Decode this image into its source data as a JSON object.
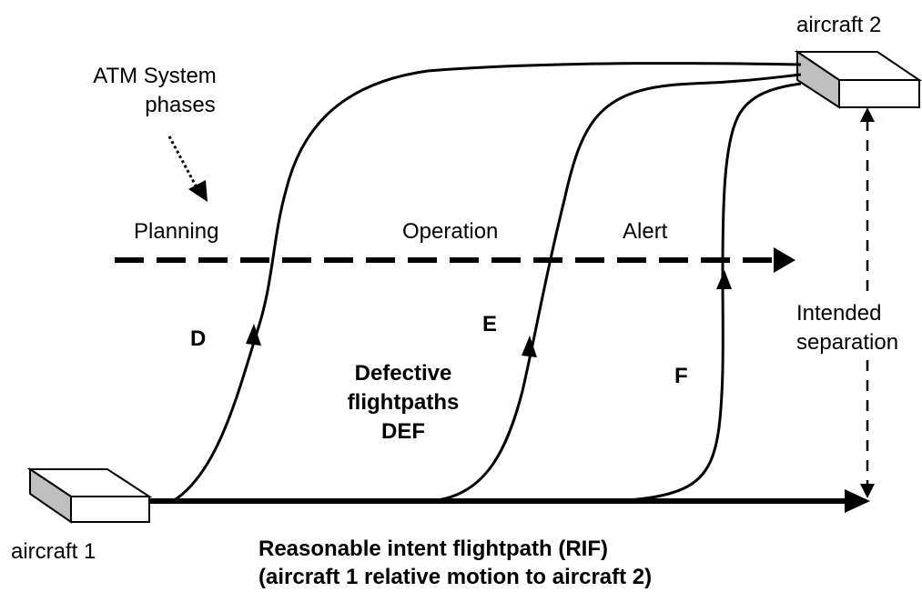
{
  "labels": {
    "aircraft1": "aircraft 1",
    "aircraft2": "aircraft 2",
    "atm_line1": "ATM System",
    "atm_line2": "phases",
    "phase_planning": "Planning",
    "phase_operation": "Operation",
    "phase_alert": "Alert",
    "path_d": "D",
    "path_e": "E",
    "path_f": "F",
    "defective_line1": "Defective",
    "defective_line2": "flightpaths",
    "defective_line3": "DEF",
    "separation_line1": "Intended",
    "separation_line2": "separation",
    "rif_line1": "Reasonable intent flightpath (RIF)",
    "rif_line2": "(aircraft 1 relative motion to aircraft 2)"
  },
  "colors": {
    "stroke": "#000000",
    "box_side": "#bfbfbf",
    "box_face": "#ffffff"
  }
}
